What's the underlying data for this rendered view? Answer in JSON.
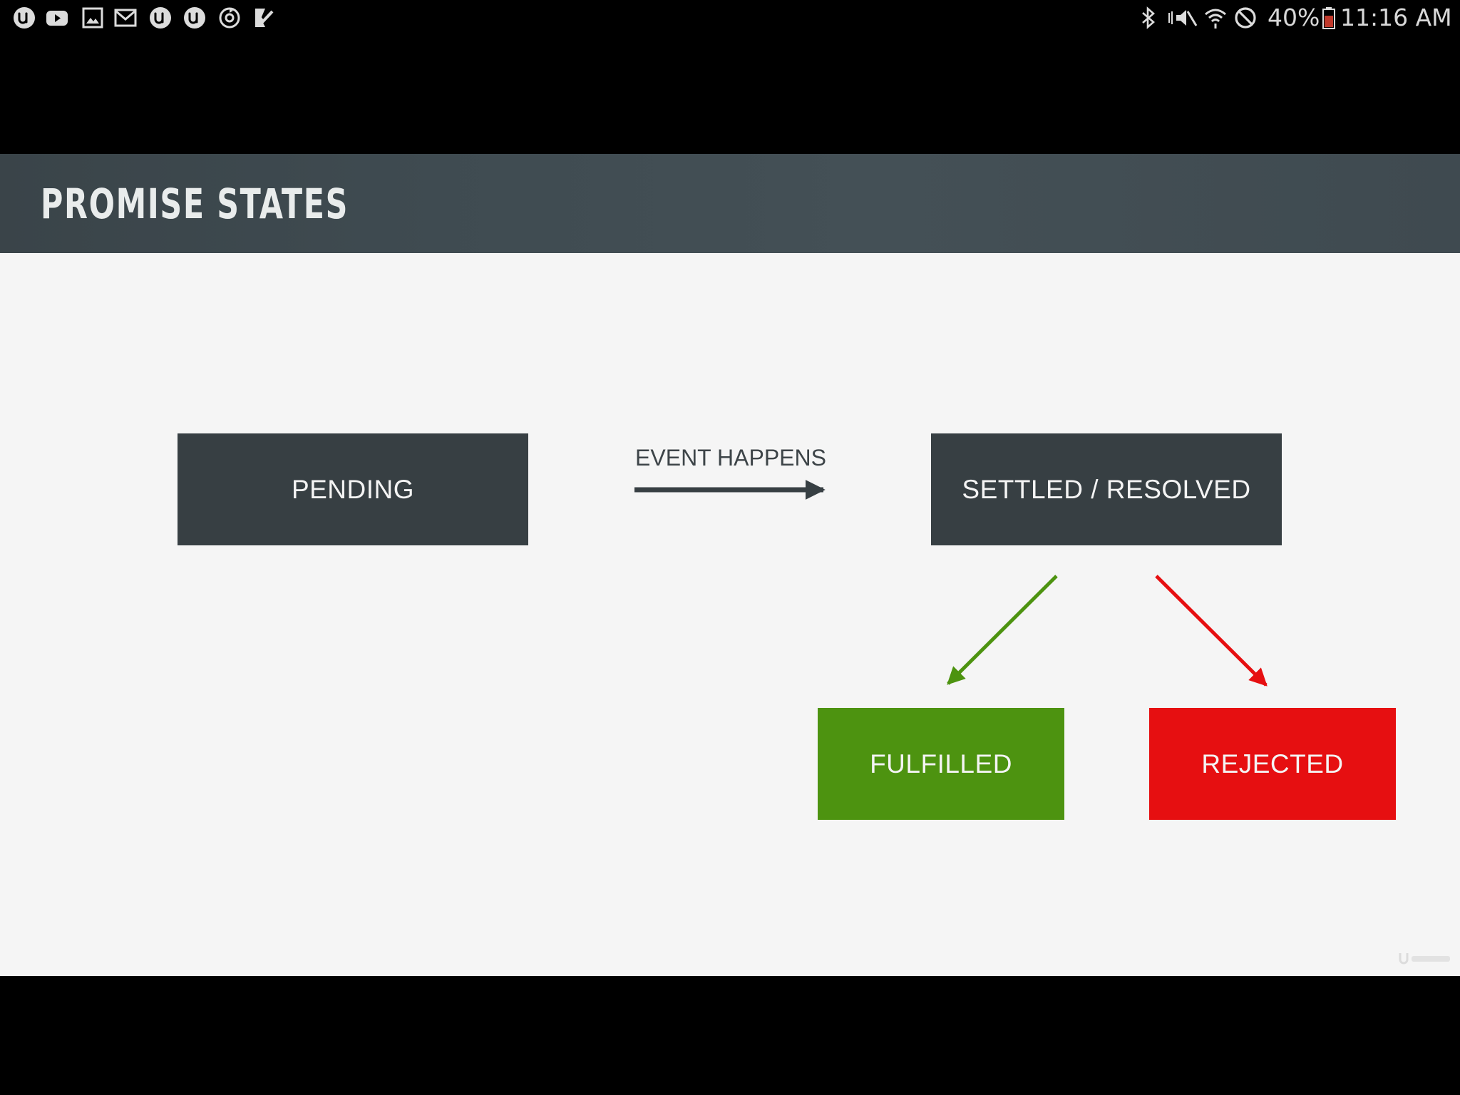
{
  "status_bar": {
    "left_icons": [
      "udemy-icon",
      "youtube-icon",
      "gallery-icon",
      "gmail-icon",
      "udemy-icon",
      "udemy-icon",
      "sync-icon",
      "task-check-icon"
    ],
    "right_icons": [
      "bluetooth-icon",
      "vibrate-mute-icon",
      "wifi-icon",
      "do-not-disturb-icon",
      "battery-icon"
    ],
    "battery_percent": "40%",
    "time": "11:16 AM"
  },
  "slide": {
    "title": "PROMISE STATES",
    "states": {
      "pending": "PENDING",
      "settled": "SETTLED / RESOLVED",
      "fulfilled": "FULFILLED",
      "rejected": "REJECTED"
    },
    "transition_label": "EVENT HAPPENS",
    "watermark_icon": "udemy-logo-icon"
  },
  "colors": {
    "dark_box": "#373f43",
    "fulfilled": "#4d9310",
    "rejected": "#e60f11",
    "green_arrow": "#4d9310",
    "red_arrow": "#e60f11",
    "event_arrow": "#373f43"
  }
}
